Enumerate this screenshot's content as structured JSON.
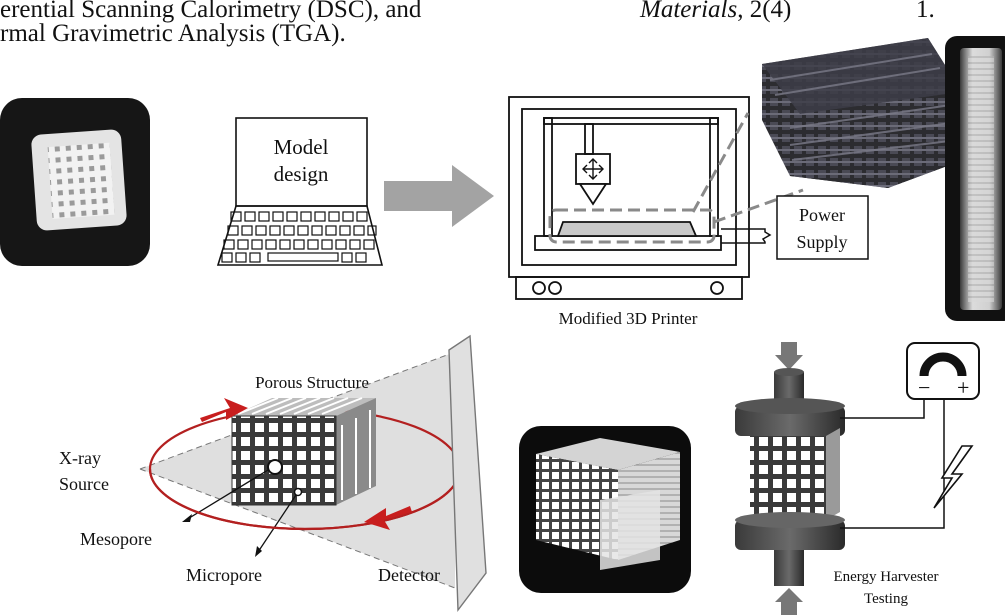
{
  "header": {
    "line1": "erential Scanning Calorimetry (DSC), and",
    "line2": "rmal Gravimetric Analysis (TGA).",
    "citation_journal": "Materials",
    "citation_rest": ", 2(4)",
    "citation_tail": "1."
  },
  "diagram": {
    "model_design_line1": "Model",
    "model_design_line2": "design",
    "power_supply_line1": "Power",
    "power_supply_line2": "Supply",
    "printer_caption": "Modified 3D Printer",
    "porous_structure": "Porous Structure",
    "xray_line1": "X-ray",
    "xray_line2": "Source",
    "mesopore": "Mesopore",
    "micropore": "Micropore",
    "detector": "Detector",
    "harvester_line1": "Energy Harvester",
    "harvester_line2": "Testing",
    "meter_minus": "−",
    "meter_plus": "+"
  },
  "colors": {
    "orbit_red": "#b32020",
    "arrow_gray": "#a3a3a3",
    "photo_dark": "#1a1a1a"
  }
}
